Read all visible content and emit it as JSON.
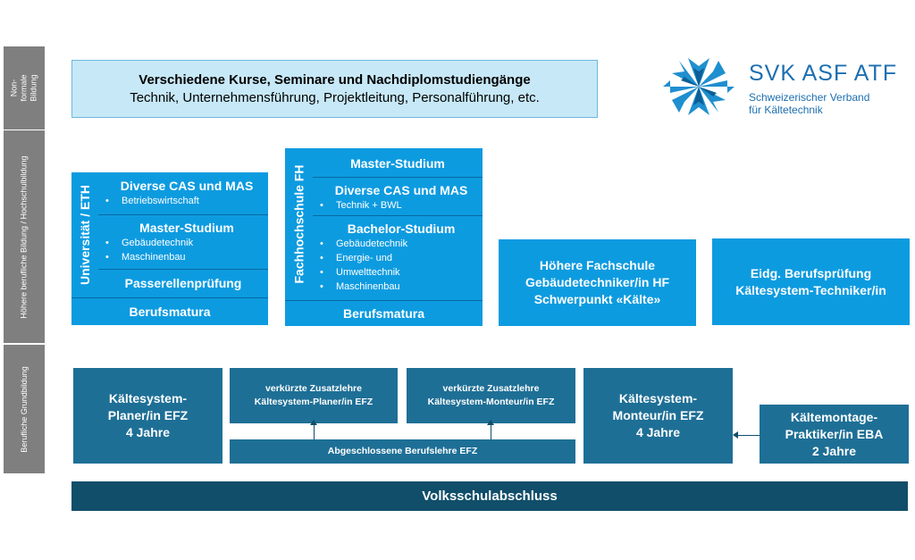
{
  "side_labels": {
    "nonformal": "Non-formale Bildung",
    "higher": "Höhere berufliche Bildung / Hochschulbildung",
    "basic": "Berufliche Grundbildung"
  },
  "banner": {
    "line1": "Verschiedene Kurse, Seminare und Nachdiplomstudiengänge",
    "line2": "Technik, Unternehmensführung, Projektleitung, Personalführung, etc."
  },
  "logo": {
    "title": "SVK ASF ATF",
    "sub1": "Schweizerischer Verband",
    "sub2": "für Kältetechnik"
  },
  "uni": {
    "label": "Universität / ETH",
    "cas_title": "Diverse CAS und MAS",
    "cas_items": [
      "Betriebswirtschaft"
    ],
    "master_title": "Master-Studium",
    "master_items": [
      "Gebäudetechnik",
      "Maschinenbau"
    ],
    "passerelle": "Passerellenprüfung",
    "matura": "Berufsmatura"
  },
  "fh": {
    "label": "Fachhochschule FH",
    "master": "Master-Studium",
    "cas_title": "Diverse CAS und MAS",
    "cas_items": [
      "Technik + BWL"
    ],
    "bachelor_title": "Bachelor-Studium",
    "bachelor_items": [
      "Gebäudetechnik",
      "Energie- und",
      "Umwelttechnik",
      "Maschinenbau"
    ],
    "matura": "Berufsmatura"
  },
  "hf": {
    "line1": "Höhere Fachschule",
    "line2": "Gebäudetechniker/in HF",
    "line3": "Schwerpunkt «Kälte»"
  },
  "bp": {
    "line1": "Eidg. Berufsprüfung",
    "line2": "Kältesystem-Techniker/in"
  },
  "planer": {
    "line1": "Kältesystem-",
    "line2": "Planer/in EFZ",
    "line3": "4 Jahre"
  },
  "zusatz_planer": {
    "line1": "verkürzte Zusatzlehre",
    "line2": "Kältesystem-Planer/in EFZ"
  },
  "zusatz_monteur": {
    "line1": "verkürzte Zusatzlehre",
    "line2": "Kältesystem-Monteur/in EFZ"
  },
  "abgeschlossen": "Abgeschlossene Berufslehre EFZ",
  "monteur": {
    "line1": "Kältesystem-",
    "line2": "Monteur/in EFZ",
    "line3": "4 Jahre"
  },
  "praktiker": {
    "line1": "Kältemontage-",
    "line2": "Praktiker/in EBA",
    "line3": "2 Jahre"
  },
  "volksschule": "Volksschulabschluss",
  "colors": {
    "light_blue": "#0d9be0",
    "dark_blue": "#1e6f96",
    "navy": "#104e6a",
    "gray": "#7f7f7f",
    "banner_bg": "#c7e8f7"
  }
}
